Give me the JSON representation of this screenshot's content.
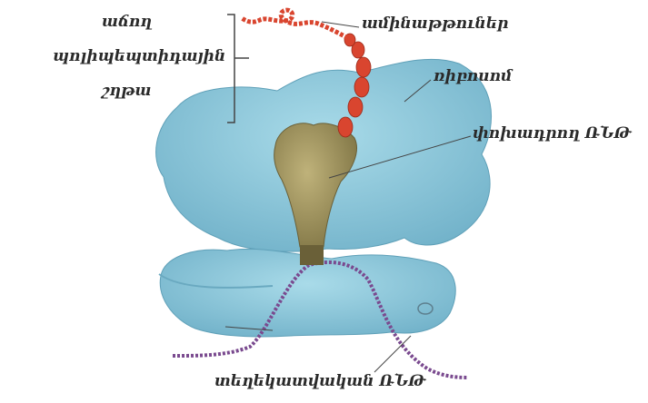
{
  "labels": {
    "growing_chain_line1": "աճող",
    "growing_chain_line2": "պոլիպեպտիդային",
    "growing_chain_line3": "շղթա",
    "amino_acids": "ամինաթթուներ",
    "ribosome": "ռիբոսոմ",
    "trna": "փոխադրող ՌՆԹ",
    "mrna": "տեղեկատվական ՌՆԹ"
  },
  "colors": {
    "ribosome_fill": "#8ec9dc",
    "ribosome_shade": "#6fb0c8",
    "trna_fill": "#a69a5c",
    "amino_acid_chain": "#d9452f",
    "mrna": "#7a4a8f",
    "leader_line": "#444444"
  }
}
